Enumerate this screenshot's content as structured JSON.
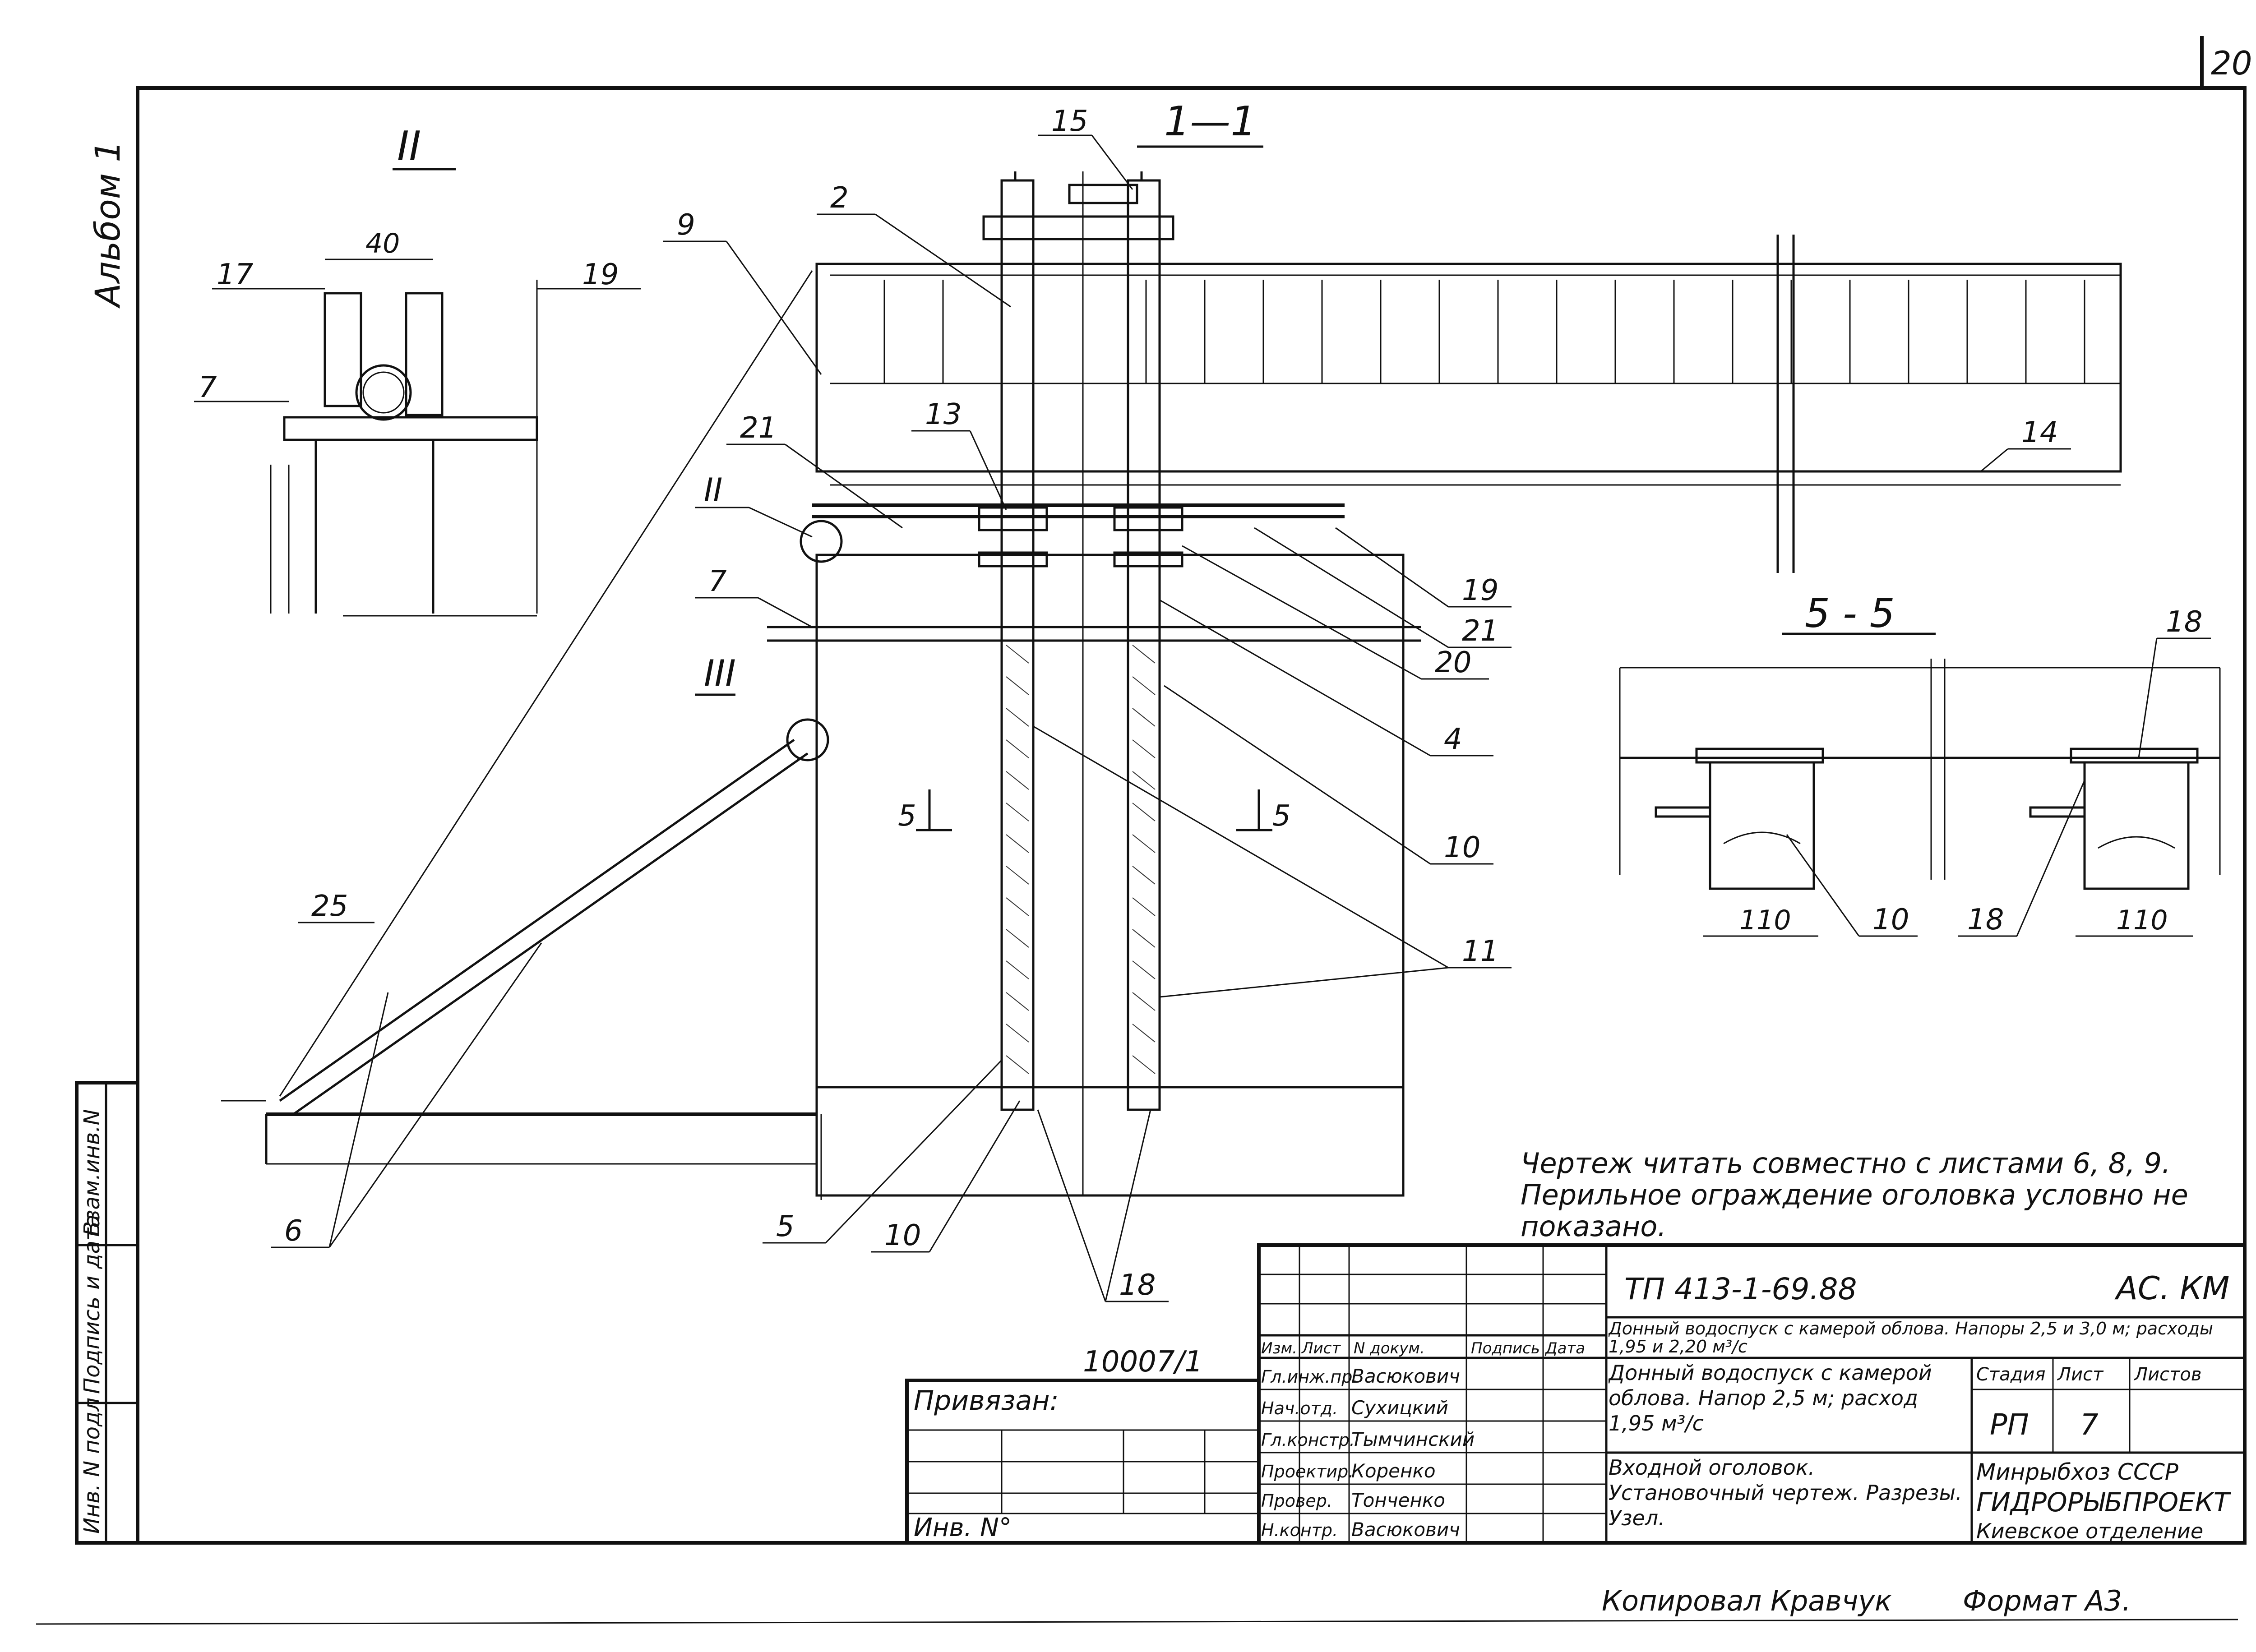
{
  "sheet": {
    "page_number": "20",
    "album": "Альбом 1",
    "side_fields": [
      "Инв. N подл",
      "Подпись и дата",
      "Взам.инв.N"
    ]
  },
  "views": {
    "section_1": {
      "title": "1—1"
    },
    "detail_II": {
      "title": "II",
      "dim": "40"
    },
    "detail_III": {
      "title": "III"
    },
    "section_5": {
      "title": "5 - 5",
      "dim_left": "110",
      "dim_right": "110"
    },
    "cut_marks": [
      "5",
      "5"
    ]
  },
  "callouts": [
    "15",
    "2",
    "9",
    "13",
    "21",
    "II",
    "7",
    "III",
    "25",
    "6",
    "5",
    "10",
    "18",
    "11",
    "10",
    "4",
    "20",
    "21",
    "19",
    "14",
    "17",
    "19",
    "7",
    "18",
    "10",
    "18"
  ],
  "notes": {
    "line1": "Чертеж читать совместно с листами 6, 8, 9.",
    "line2": "Перильное ограждение оголовка условно не",
    "line3": "показано."
  },
  "titleblock": {
    "code": "ТП 413-1-69.88",
    "mark": "АС. КМ",
    "doc_no": "10007/1",
    "bound_label": "Привязан:",
    "inv_label": "Инв. N°",
    "title_project": "Донный водоспуск с камерой облова. Напоры 2,5 и 3,0 м; расходы 1,95 и 2,20 м³/с",
    "title_sheet": "Донный водоспуск с камерой облова. Напор 2,5 м; расход 1,95 м³/с",
    "title_drawing": "Входной оголовок. Установочный чертеж. Разрезы. Узел.",
    "col_headers": [
      "Изм.",
      "Лист",
      "N докум.",
      "Подпись",
      "Дата"
    ],
    "people": [
      {
        "role": "Гл.инж.пр.",
        "name": "Васюкович"
      },
      {
        "role": "Нач.отд.",
        "name": "Сухицкий"
      },
      {
        "role": "Гл.констр.",
        "name": "Тымчинский"
      },
      {
        "role": "Проектир.",
        "name": "Коренко"
      },
      {
        "role": "Провер.",
        "name": "Тонченко"
      },
      {
        "role": "Н.контр.",
        "name": "Васюкович"
      }
    ],
    "stage_label": "Стадия",
    "sheet_label": "Лист",
    "sheets_label": "Листов",
    "stage": "РП",
    "sheet_no": "7",
    "org1": "Минрыбхоз СССР",
    "org2": "ГИДРОРЫБПРОЕКТ",
    "org3": "Киевское отделение"
  },
  "footer": {
    "copied": "Копировал Кравчук",
    "format": "Формат А3."
  }
}
